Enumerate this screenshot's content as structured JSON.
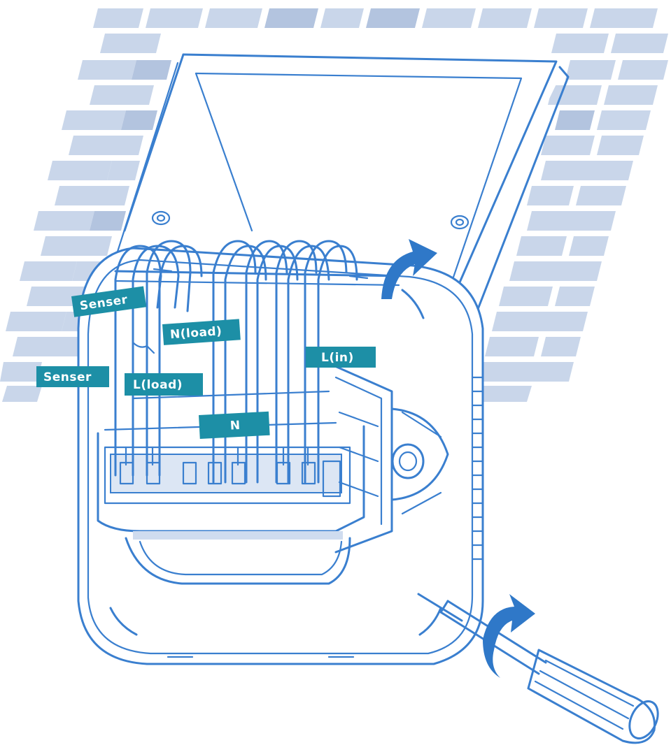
{
  "labels": {
    "sensor_top": "Senser",
    "sensor_left": "Senser",
    "n_load": "N(load)",
    "l_load": "L(load)",
    "l_in": "L(in)",
    "n": "N"
  },
  "colors": {
    "line": "#3a7fcf",
    "label_bg": "#1d8fa6",
    "label_text": "#ffffff",
    "brick": "#c9d6ea",
    "arrow": "#2f78c8"
  },
  "icons": [
    "brick-wall-icon",
    "screwdriver-icon",
    "rotate-arrow-icon",
    "thermostat-backplate-icon"
  ]
}
